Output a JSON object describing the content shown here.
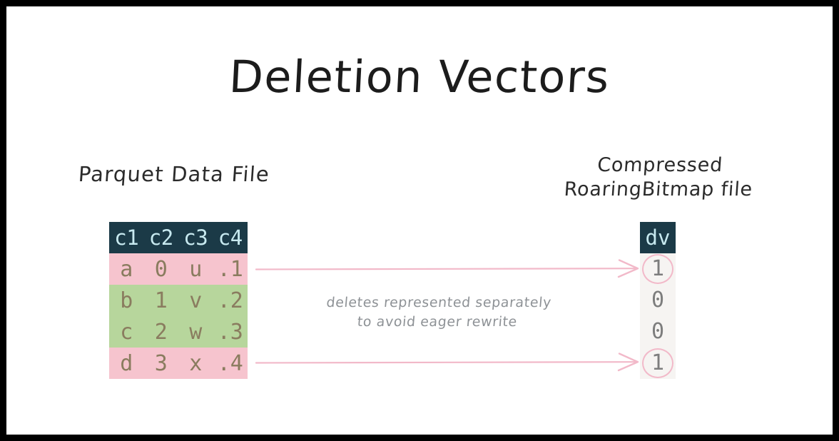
{
  "title": "Deletion Vectors",
  "labels": {
    "left": "Parquet Data File",
    "right_line1": "Compressed",
    "right_line2": "RoaringBitmap file"
  },
  "annotation": {
    "line1": "deletes represented separately",
    "line2": "to avoid eager rewrite"
  },
  "parquet_table": {
    "headers": [
      "c1",
      "c2",
      "c3",
      "c4"
    ],
    "rows": [
      {
        "cells": [
          "a",
          "0",
          "u",
          ".1"
        ],
        "state": "deleted"
      },
      {
        "cells": [
          "b",
          "1",
          "v",
          ".2"
        ],
        "state": "kept"
      },
      {
        "cells": [
          "c",
          "2",
          "w",
          ".3"
        ],
        "state": "kept"
      },
      {
        "cells": [
          "d",
          "3",
          "x",
          ".4"
        ],
        "state": "deleted"
      }
    ]
  },
  "dv_column": {
    "header": "dv",
    "values": [
      "1",
      "0",
      "0",
      "1"
    ],
    "circled": [
      true,
      false,
      false,
      true
    ]
  },
  "colors": {
    "header_bg": "#1b3a47",
    "header_text": "#c7e9ef",
    "row_deleted": "#f6c4ce",
    "row_kept": "#b7d69c",
    "cell_text": "#8a7c5f",
    "dv_bg": "#f6f4f2",
    "dv_text": "#7d7d7d",
    "arrow": "#f2b9c9",
    "annotation_text": "#8e9296",
    "canvas_bg": "#ffffff",
    "frame": "#000000"
  }
}
